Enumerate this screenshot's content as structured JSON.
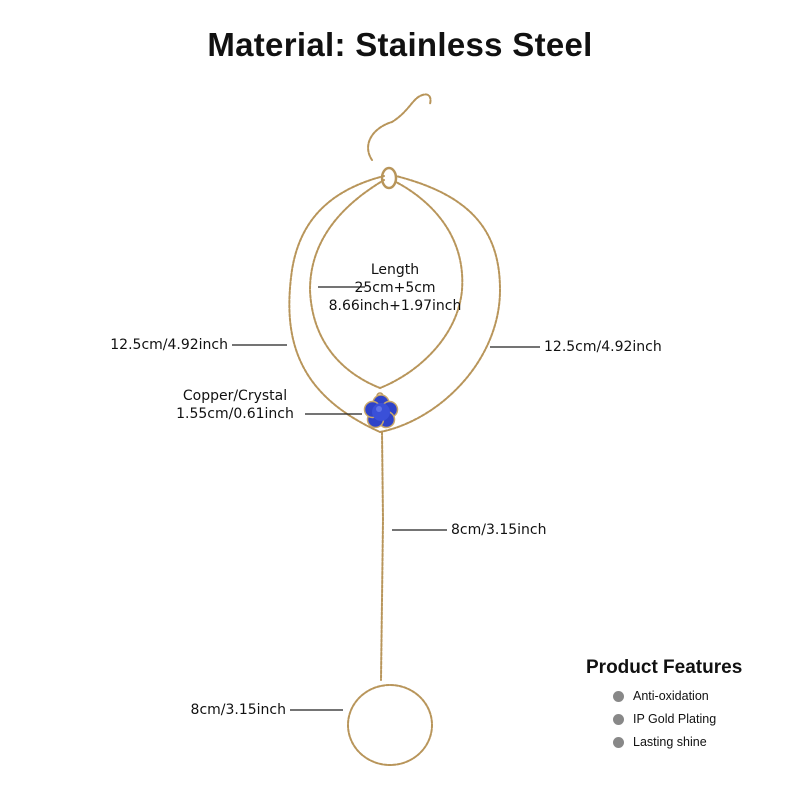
{
  "title": "Material: Stainless Steel",
  "labels": {
    "length_heading": "Length",
    "length_cm": "25cm+5cm",
    "length_inch": "8.66inch+1.97inch",
    "left_chain": "12.5cm/4.92inch",
    "right_chain": "12.5cm/4.92inch",
    "pendant_material": "Copper/Crystal",
    "pendant_size": "1.55cm/0.61inch",
    "connector_chain": "8cm/3.15inch",
    "ring_size": "8cm/3.15inch"
  },
  "product_features": {
    "heading": "Product Features",
    "items": [
      "Anti-oxidation",
      "IP Gold Plating",
      "Lasting shine"
    ]
  },
  "colors": {
    "chain_gold": "#b8955a",
    "crystal_blue": "#2f43c8",
    "feature_bullet": "#888888"
  }
}
